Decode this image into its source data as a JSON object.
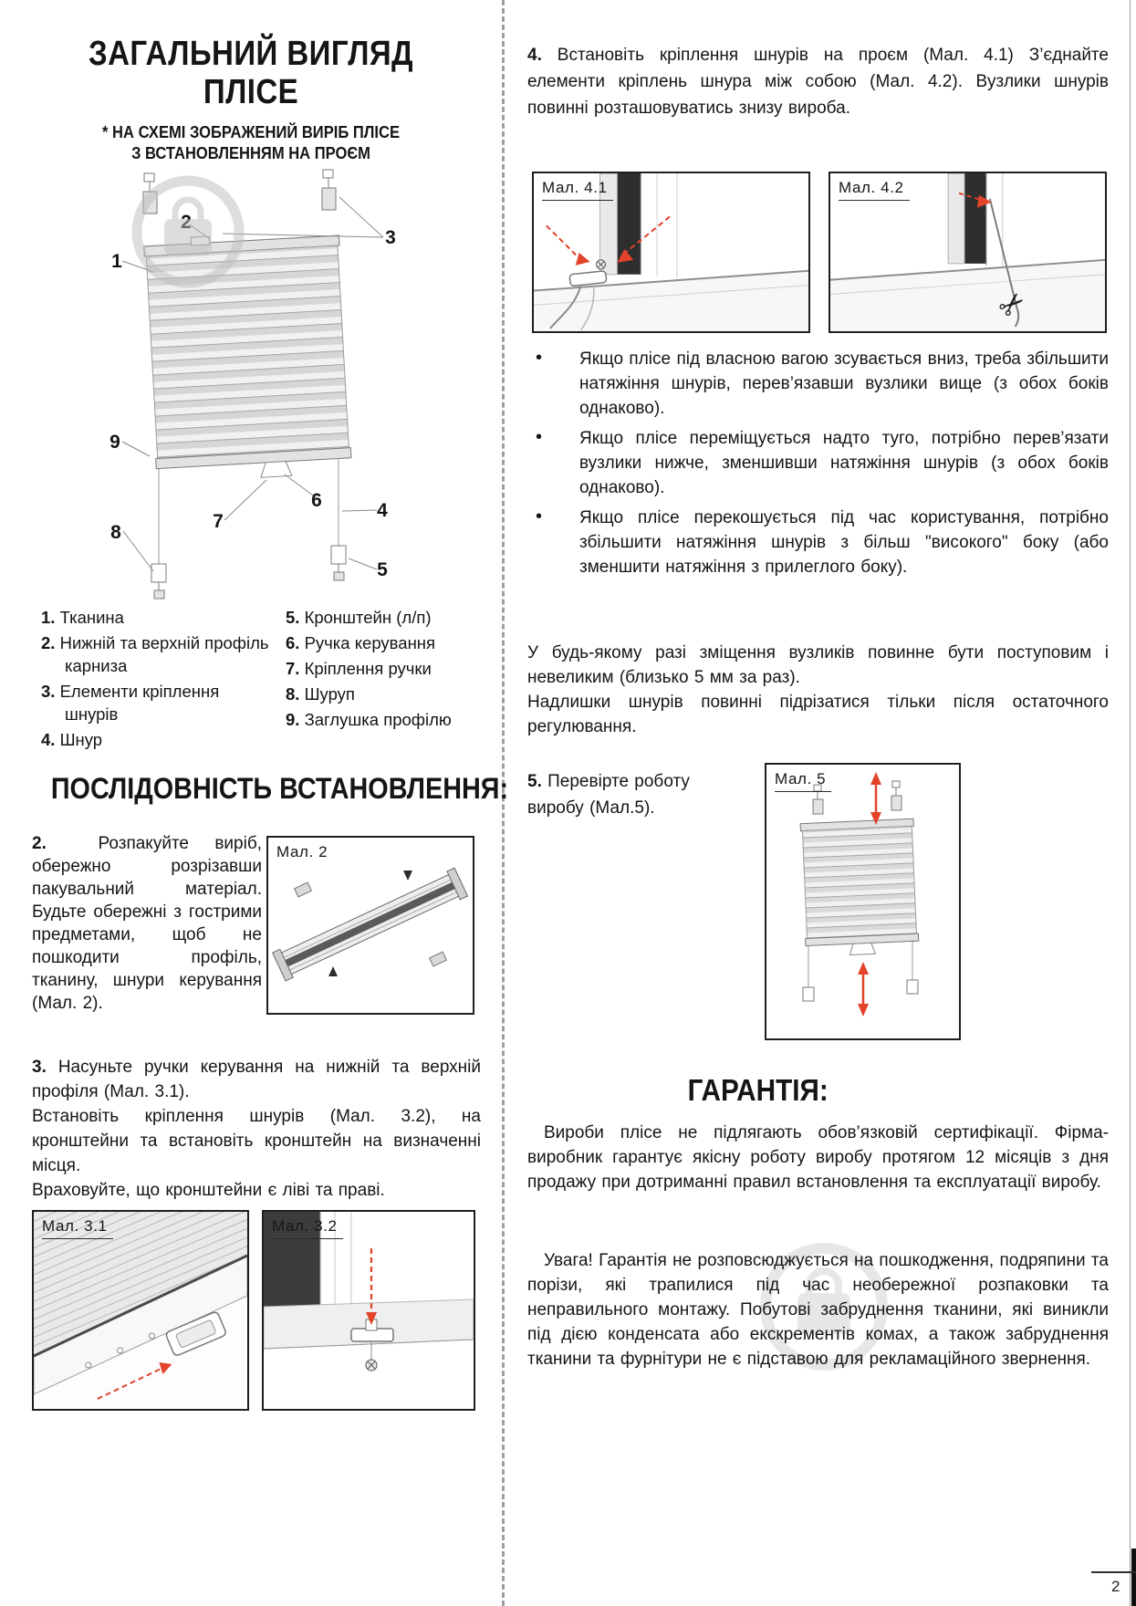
{
  "page": {
    "number": "2"
  },
  "colors": {
    "accent_red": "#e2432a",
    "watermark_gray": "#bdbdbd",
    "text": "#151515"
  },
  "icons": {
    "scissors": "✂",
    "bullet": "•"
  },
  "left": {
    "title_line1": "ЗАГАЛЬНИЙ ВИГЛЯД",
    "title_line2": "ПЛІСЕ",
    "subtitle_line1": "* НА СХЕМІ ЗОБРАЖЕНИЙ ВИРІБ ПЛІСЕ",
    "subtitle_line2": "З ВСТАНОВЛЕННЯМ НА ПРОЄМ",
    "diagram_numbers": [
      "1",
      "2",
      "3",
      "4",
      "5",
      "6",
      "7",
      "8",
      "9"
    ],
    "legend_left": [
      {
        "num": "1.",
        "text": "Тканина"
      },
      {
        "num": "2.",
        "text": "Нижній та верхній профіль карниза"
      },
      {
        "num": "3.",
        "text": "Елементи кріплення шнурів"
      },
      {
        "num": "4.",
        "text": "Шнур"
      }
    ],
    "legend_right": [
      {
        "num": "5.",
        "text": "Кронштейн (л/п)"
      },
      {
        "num": "6.",
        "text": "Ручка керування"
      },
      {
        "num": "7.",
        "text": "Кріплення ручки"
      },
      {
        "num": "8.",
        "text": "Шуруп"
      },
      {
        "num": "9.",
        "text": "Заглушка профілю"
      }
    ],
    "sequence_title": "ПОСЛІДОВНІСТЬ ВСТАНОВЛЕННЯ:",
    "step2": {
      "num": "2.",
      "text": "Розпакуйте виріб, обережно розрізавши пакувальний матеріал. Будьте обережні з гострими предметами, щоб не пошкодити профіль, тканину, шнури керування (Мал. 2)."
    },
    "fig2_label": "Мал. 2",
    "step3": {
      "num": "3.",
      "line1": "Насуньте ручки керування на нижній та верхній профіля (Мал. 3.1).",
      "line2": "Встановіть кріплення шнурів (Мал. 3.2), на кронштейни та встановіть кронштейн на визначенні місця.",
      "line3": "Враховуйте, що кронштейни є ліві та праві."
    },
    "fig31_label": "Мал. 3.1",
    "fig32_label": "Мал. 3.2"
  },
  "right": {
    "step4": {
      "num": "4.",
      "text": "Встановіть кріплення шнурів на проєм (Мал. 4.1) З’єднайте елементи кріплень шнура між собою (Мал. 4.2). Вузлики шнурів повинні розташовуватись знизу вироба."
    },
    "fig41_label": "Мал. 4.1",
    "fig42_label": "Мал. 4.2",
    "bullets": [
      "Якщо плісе під власною вагою зсувається вниз, треба збільшити натяжіння шнурів, перев’язавши вузлики вище (з обох боків однаково).",
      "Якщо плісе переміщується надто туго, потрібно перев’язати вузлики нижче, зменшивши натяжіння шнурів (з обох боків однаково).",
      "Якщо плісе перекошується під час користування, потрібно збільшити натяжіння шнурів з більш \"високого\" боку (або зменшити натяжіння з прилеглого боку)."
    ],
    "note1": "У будь-якому разі зміщення вузликів повинне бути поступовим і невеликим (близько 5 мм за раз).",
    "note2": "Надлишки шнурів повинні підрізатися тільки після остаточного регулювання.",
    "step5": {
      "num": "5.",
      "text": "Перевірте роботу виробу (Мал.5)."
    },
    "fig5_label": "Мал. 5",
    "warranty_title": "ГАРАНТІЯ:",
    "warranty_p1": "Вироби плісе не підлягають обов’язковій сертифікації. Фірма-виробник гарантує якісну роботу виробу протягом 12 місяців з дня продажу при дотриманні правил встановлення та експлуатації виробу.",
    "warranty_p2": "Увага! Гарантія не розповсюджується на пошкодження, подряпини та порізи, які трапилися під час необережної розпаковки та неправильного монтажу. Побутові забруднення тканини, які виникли під дією конденсата або екскрементів комах, а також забруднення тканини та фурнітури не є підставою для рекламаційного звернення."
  }
}
